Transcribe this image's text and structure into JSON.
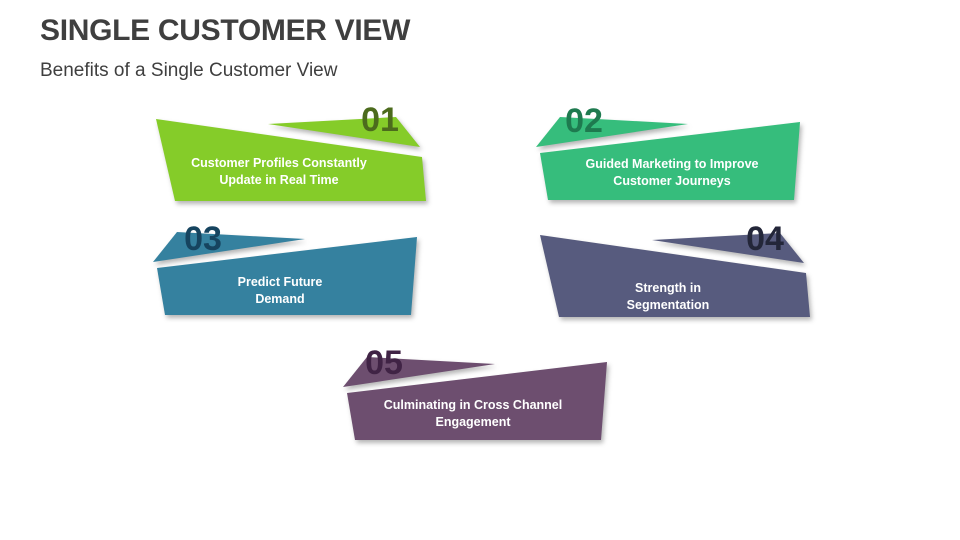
{
  "slide": {
    "title": "SINGLE CUSTOMER VIEW",
    "subtitle": "Benefits of a Single Customer View",
    "background_color": "#ffffff",
    "title_color": "#3f3f3f",
    "label_text_color": "#ffffff"
  },
  "benefits": [
    {
      "number": "01",
      "lines": [
        "Customer Profiles Constantly",
        "Update in Real Time"
      ],
      "fill": "#85CC29",
      "number_color": "#4C6B1D",
      "flap_side": "right"
    },
    {
      "number": "02",
      "lines": [
        "Guided Marketing to Improve",
        "Customer Journeys"
      ],
      "fill": "#36BD7C",
      "number_color": "#1E7A4F",
      "flap_side": "left"
    },
    {
      "number": "03",
      "lines": [
        "Predict Future",
        "Demand"
      ],
      "fill": "#35819F",
      "number_color": "#16445F",
      "flap_side": "left"
    },
    {
      "number": "04",
      "lines": [
        "Strength in",
        "Segmentation"
      ],
      "fill": "#575B7E",
      "number_color": "#232639",
      "flap_side": "right"
    },
    {
      "number": "05",
      "lines": [
        "Culminating in Cross Channel",
        "Engagement"
      ],
      "fill": "#6D4E6F",
      "number_color": "#402345",
      "flap_side": "left"
    }
  ]
}
